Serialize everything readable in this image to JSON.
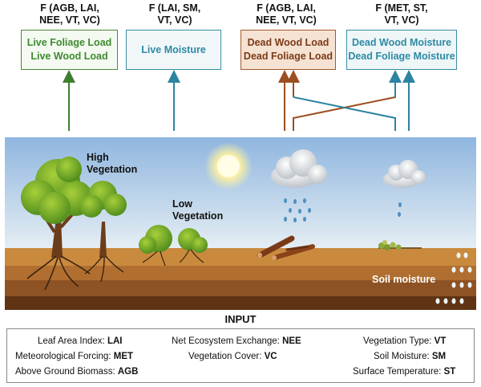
{
  "outputs": [
    {
      "formula_line1": "F (AGB, LAI,",
      "formula_line2": "NEE, VT, VC)",
      "box_line1": "Live Foliage Load",
      "box_line2": "Live Wood Load",
      "color": "#3d8b2f"
    },
    {
      "formula_line1": "F (LAI, SM,",
      "formula_line2": "VT, VC)",
      "box_line1": "Live Moisture",
      "box_line2": "",
      "color": "#2d8aa3"
    },
    {
      "formula_line1": "F (AGB, LAI,",
      "formula_line2": "NEE, VT, VC)",
      "box_line1": "Dead Wood Load",
      "box_line2": "Dead Foliage Load",
      "color": "#7a3b16"
    },
    {
      "formula_line1": "F (MET, ST,",
      "formula_line2": "VT, VC)",
      "box_line1": "Dead Wood Moisture",
      "box_line2": "Dead Foliage Moisture",
      "color": "#2d8aa3"
    }
  ],
  "scene_labels": {
    "high_vegetation_1": "High",
    "high_vegetation_2": "Vegetation",
    "low_vegetation_1": "Low",
    "low_vegetation_2": "Vegetation",
    "soil_moisture": "Soil moisture"
  },
  "input": {
    "title": "INPUT",
    "items": [
      {
        "label": "Leaf Area Index: ",
        "abbr": "LAI"
      },
      {
        "label": "Meteorological Forcing: ",
        "abbr": "MET"
      },
      {
        "label": "Above Ground Biomass: ",
        "abbr": "AGB"
      },
      {
        "label": "Net Ecosystem Exchange: ",
        "abbr": "NEE"
      },
      {
        "label": "Vegetation Cover: ",
        "abbr": "VC"
      },
      {
        "label": "Vegetation Type: ",
        "abbr": "VT"
      },
      {
        "label": "Soil Moisture: ",
        "abbr": "SM"
      },
      {
        "label": "Surface Temperature: ",
        "abbr": "ST"
      }
    ]
  },
  "colors": {
    "green_arrow": "#3d7f2c",
    "teal_arrow": "#2b84a0",
    "brown_arrow": "#9c4f22",
    "sky_top": "#8fb6df",
    "soil": "#c98a3e"
  }
}
